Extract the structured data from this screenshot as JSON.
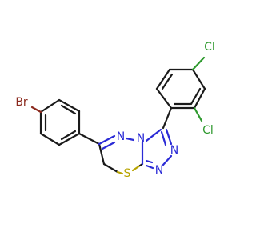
{
  "molecule": {
    "atoms": {
      "bromine": "Br",
      "chlorine_top": "Cl",
      "chlorine_right": "Cl",
      "sulfur": "S",
      "nitrogen_ring_a": "N",
      "nitrogen_bridge": "N",
      "nitrogen_triazole_1": "N",
      "nitrogen_triazole_2": "N"
    },
    "colors": {
      "carbon_bond": "#1a1a1a",
      "nitrogen": "#2b2bd6",
      "sulfur": "#b8a400",
      "bromine": "#8b2a1e",
      "chlorine": "#2f9a2f",
      "background": "#ffffff"
    }
  }
}
